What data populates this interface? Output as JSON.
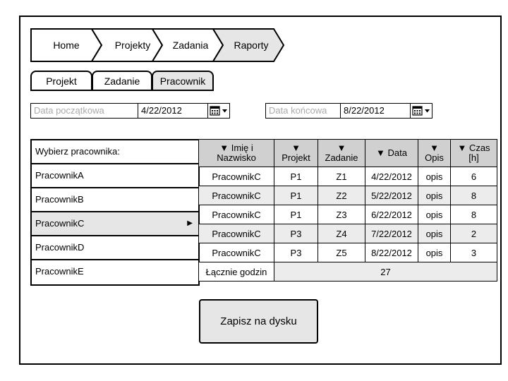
{
  "breadcrumb": [
    "Home",
    "Projekty",
    "Zadania",
    "Raporty"
  ],
  "tabs": [
    "Projekt",
    "Zadanie",
    "Pracownik"
  ],
  "active_tab": "Pracownik",
  "date_start": {
    "placeholder": "Data początkowa",
    "value": "4/22/2012"
  },
  "date_end": {
    "placeholder": "Data końcowa",
    "value": "8/22/2012"
  },
  "employee_list": {
    "header": "Wybierz pracownika:",
    "items": [
      "PracownikA",
      "PracownikB",
      "PracownikC",
      "PracownikD",
      "PracownikE"
    ],
    "selected": "PracownikC",
    "selected_arrow": "▶"
  },
  "table": {
    "columns": [
      {
        "arrow": "▼",
        "label": "Imię i",
        "label2": "Nazwisko"
      },
      {
        "arrow": "▼",
        "label": "Projekt",
        "label2": ""
      },
      {
        "arrow": "▼",
        "label": "Zadanie",
        "label2": ""
      },
      {
        "arrow": "▼",
        "label": "Data",
        "label2": ""
      },
      {
        "arrow": "▼",
        "label": "Opis",
        "label2": ""
      },
      {
        "arrow": "▼",
        "label": "Czas",
        "label2": "[h]"
      }
    ],
    "rows": [
      [
        "PracownikC",
        "P1",
        "Z1",
        "4/22/2012",
        "opis",
        "6"
      ],
      [
        "PracownikC",
        "P1",
        "Z2",
        "5/22/2012",
        "opis",
        "8"
      ],
      [
        "PracownikC",
        "P1",
        "Z3",
        "6/22/2012",
        "opis",
        "8"
      ],
      [
        "PracownikC",
        "P3",
        "Z4",
        "7/22/2012",
        "opis",
        "2"
      ],
      [
        "PracownikC",
        "P3",
        "Z5",
        "8/22/2012",
        "opis",
        "3"
      ]
    ],
    "total_label": "Łącznie godzin",
    "total_value": "27"
  },
  "save_button": "Zapisz na dysku",
  "colors": {
    "active_tab_bg": "#e6e6e6",
    "header_bg": "#d0d0d0",
    "alt_row_bg": "#ececec",
    "border": "#000000"
  },
  "icons": [
    "calendar-icon",
    "dropdown-arrow-icon",
    "sort-arrow-icon",
    "chevron-right-icon"
  ]
}
